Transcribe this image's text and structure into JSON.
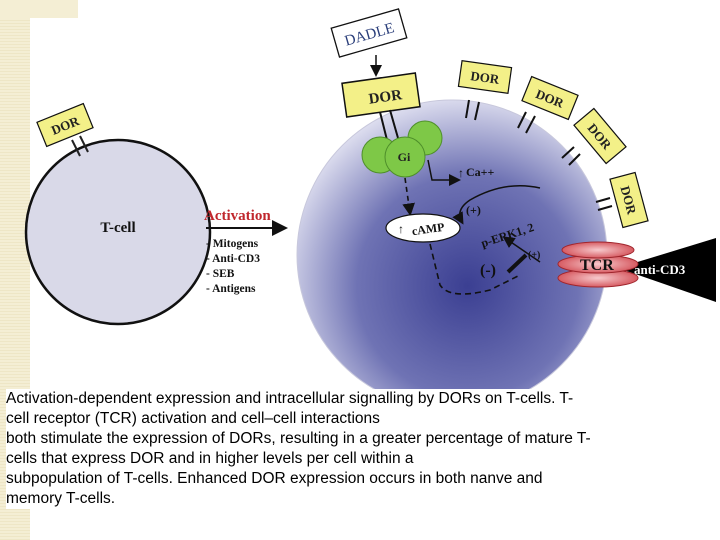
{
  "labels": {
    "dadle": "DADLE",
    "dor_main": "DOR",
    "dor": "DOR",
    "gi": "Gi",
    "ca": "Ca++",
    "camp": "cAMP",
    "perk_plus": "(+)",
    "perk": "p-ERK1, 2",
    "minus": "(-)",
    "tcr_plus": "(+)",
    "tcr": "TCR",
    "anti_cd3": "anti-CD3",
    "tcell": "T-cell",
    "activation": "Activation",
    "act_items": [
      "- Mitogens",
      "- Anti-CD3",
      "- SEB",
      "- Antigens"
    ]
  },
  "colors": {
    "dor_box": "#f3f088",
    "gi": "#7ec847",
    "cell_core": "#3b3f92",
    "cell_edge": "#eeeef8",
    "tcell_fill": "#d9d9e8",
    "activation_red": "#c0272d",
    "tcr_red": "#d0454d"
  },
  "caption": [
    "Activation-dependent expression and intracellular signalling by DORs on T-cells. T-",
    "cell receptor (TCR) activation and cell–cell interactions",
    "both stimulate the expression of DORs, resulting in a greater percentage of mature T-",
    "cells that express DOR and in higher levels per cell within a",
    "subpopulation of T-cells. Enhanced DOR expression occurs in both nanve and",
    "memory T-cells."
  ]
}
